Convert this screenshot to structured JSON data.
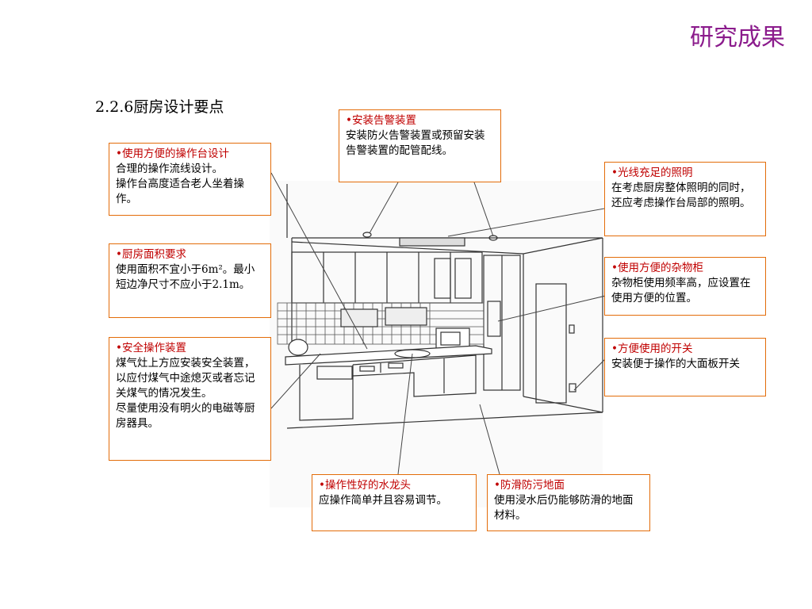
{
  "header": {
    "title": "研究成果"
  },
  "section": {
    "title": "2.2.6厨房设计要点"
  },
  "callouts": {
    "alarm": {
      "head": "•安装告警装置",
      "body": "安装防火告警装置或预留安装告警装置的配管配线。"
    },
    "counter": {
      "head": "•使用方便的操作台设计",
      "body1": "合理的操作流线设计。",
      "body2": "操作台高度适合老人坐着操作。"
    },
    "lighting": {
      "head": "•光线充足的照明",
      "body": "在考虑厨房整体照明的同时，还应考虑操作台局部的照明。"
    },
    "area": {
      "head": "•厨房面积要求",
      "body": "使用面积不宜小于6m²。最小短边净尺寸不应小于2.1m。"
    },
    "storage": {
      "head": "•使用方便的杂物柜",
      "body": "杂物柜使用频率高，应设置在使用方便的位置。"
    },
    "safety": {
      "head": "•安全操作装置",
      "body1": "煤气灶上方应安装安全装置，以应付煤气中途熄灭或者忘记关煤气的情况发生。",
      "body2": "尽量使用没有明火的电磁等厨房器具。"
    },
    "switch": {
      "head": "•方便使用的开关",
      "body": "安装便于操作的大面板开关"
    },
    "faucet": {
      "head": "•操作性好的水龙头",
      "body": "应操作简单并且容易调节。"
    },
    "floor": {
      "head": "•防滑防污地面",
      "body": "使用浸水后仍能够防滑的地面材料。"
    }
  },
  "colors": {
    "title_accent": "#8b1b8c",
    "callout_head": "#c00000",
    "callout_border": "#e36c09"
  }
}
